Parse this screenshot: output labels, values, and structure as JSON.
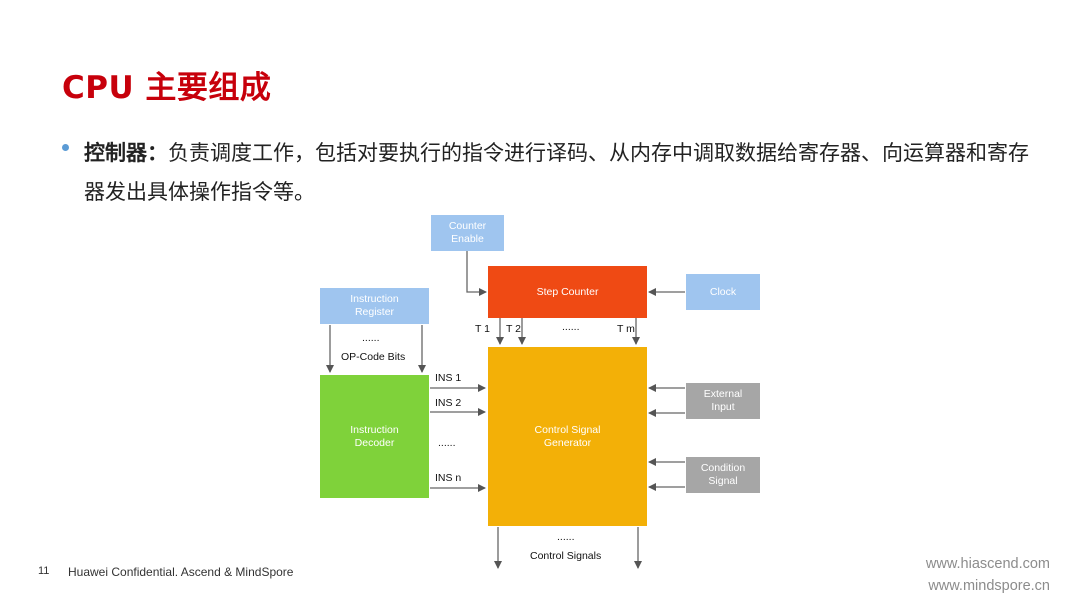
{
  "slide": {
    "title": "CPU 主要组成",
    "bullet": {
      "term": "控制器：",
      "text": "负责调度工作，包括对要执行的指令进行译码、从内存中调取数据给寄存器、向运算器和寄存器发出具体操作指令等。"
    }
  },
  "diagram": {
    "counter_enable": "Counter\nEnable",
    "step_counter": "Step Counter",
    "clock": "Clock",
    "instruction_register": "Instruction\nRegister",
    "ir_dots": "......",
    "opcode_bits": "OP-Code Bits",
    "instruction_decoder": "Instruction\nDecoder",
    "t1": "T 1",
    "t2": "T 2",
    "t_dots": "......",
    "tm": "T m",
    "ins1": "INS 1",
    "ins2": "INS 2",
    "ins_dots": "......",
    "insn": "INS n",
    "control_signal_generator": "Control Signal\nGenerator",
    "external_input": "External\nInput",
    "condition_signal": "Condition\nSignal",
    "out_dots": "......",
    "control_signals": "Control Signals",
    "colors": {
      "step_counter": "#ef4a14",
      "decoder": "#7fd23a",
      "generator": "#f3b007",
      "input_box": "#9fc5ef",
      "gray_box": "#a6a6a6"
    }
  },
  "footer": {
    "page_number": "11",
    "confidential": "Huawei Confidential. Ascend & MindSpore",
    "site1": "www.hiascend.com",
    "site2": "www.mindspore.cn"
  }
}
